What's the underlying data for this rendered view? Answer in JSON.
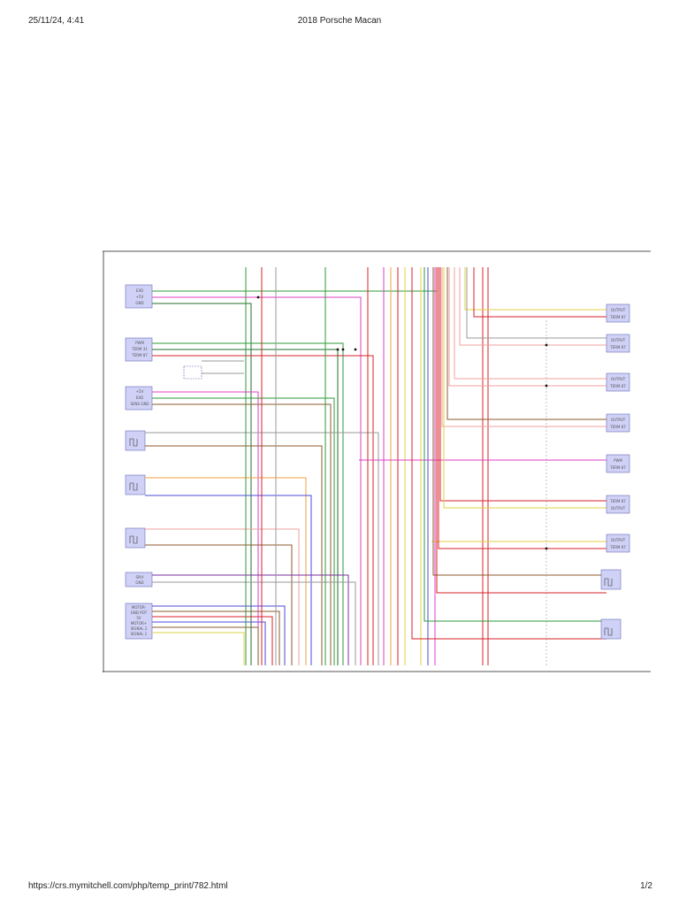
{
  "header": {
    "date_time": "25/11/24, 4:41",
    "title": "2018 Porsche Macan"
  },
  "footer": {
    "url": "https://crs.mymitchell.com/php/temp_print/782.html",
    "page_indicator": "1/2"
  },
  "left_components": [
    {
      "pins": [
        "EXD",
        "+5V",
        "GND"
      ]
    },
    {
      "pins": [
        "PWM",
        "TERM 31",
        "TERM 87"
      ]
    },
    {
      "pins": [
        "+5V",
        "EXD",
        "SENS GND"
      ]
    },
    {
      "pins": []
    },
    {
      "pins": []
    },
    {
      "pins": []
    },
    {
      "pins": [
        "SPLY",
        "GND"
      ]
    },
    {
      "pins": [
        "MOTOR-",
        "GND POT",
        "5V",
        "MOTOR+",
        "SIGNAL 2",
        "SIGNAL 1"
      ]
    }
  ],
  "right_components": [
    {
      "pins": [
        "OUTPUT",
        "TERM 87"
      ]
    },
    {
      "pins": [
        "OUTPUT",
        "TERM 87"
      ]
    },
    {
      "pins": [
        "OUTPUT",
        "TERM 87"
      ]
    },
    {
      "pins": [
        "OUTPUT",
        "TERM 87"
      ]
    },
    {
      "pins": [
        "PWM",
        "TERM 87"
      ]
    },
    {
      "pins": [
        "TERM 87",
        "OUTPUT"
      ]
    },
    {
      "pins": [
        "OUTPUT",
        "TERM 87"
      ]
    }
  ],
  "colors": {
    "green": "#2e9a3a",
    "dark_green": "#1f6f2a",
    "magenta": "#e23cc4",
    "red": "#d8202a",
    "brown": "#8b5a2b",
    "orange": "#f2a040",
    "blue": "#4b4bd8",
    "purple": "#7a2fa0",
    "yellow": "#e0d040",
    "pink": "#f0a0a0",
    "gray": "#9a9a9a",
    "black": "#202020",
    "component_fill": "#cfd2f6",
    "component_stroke": "#6a6ab8"
  }
}
